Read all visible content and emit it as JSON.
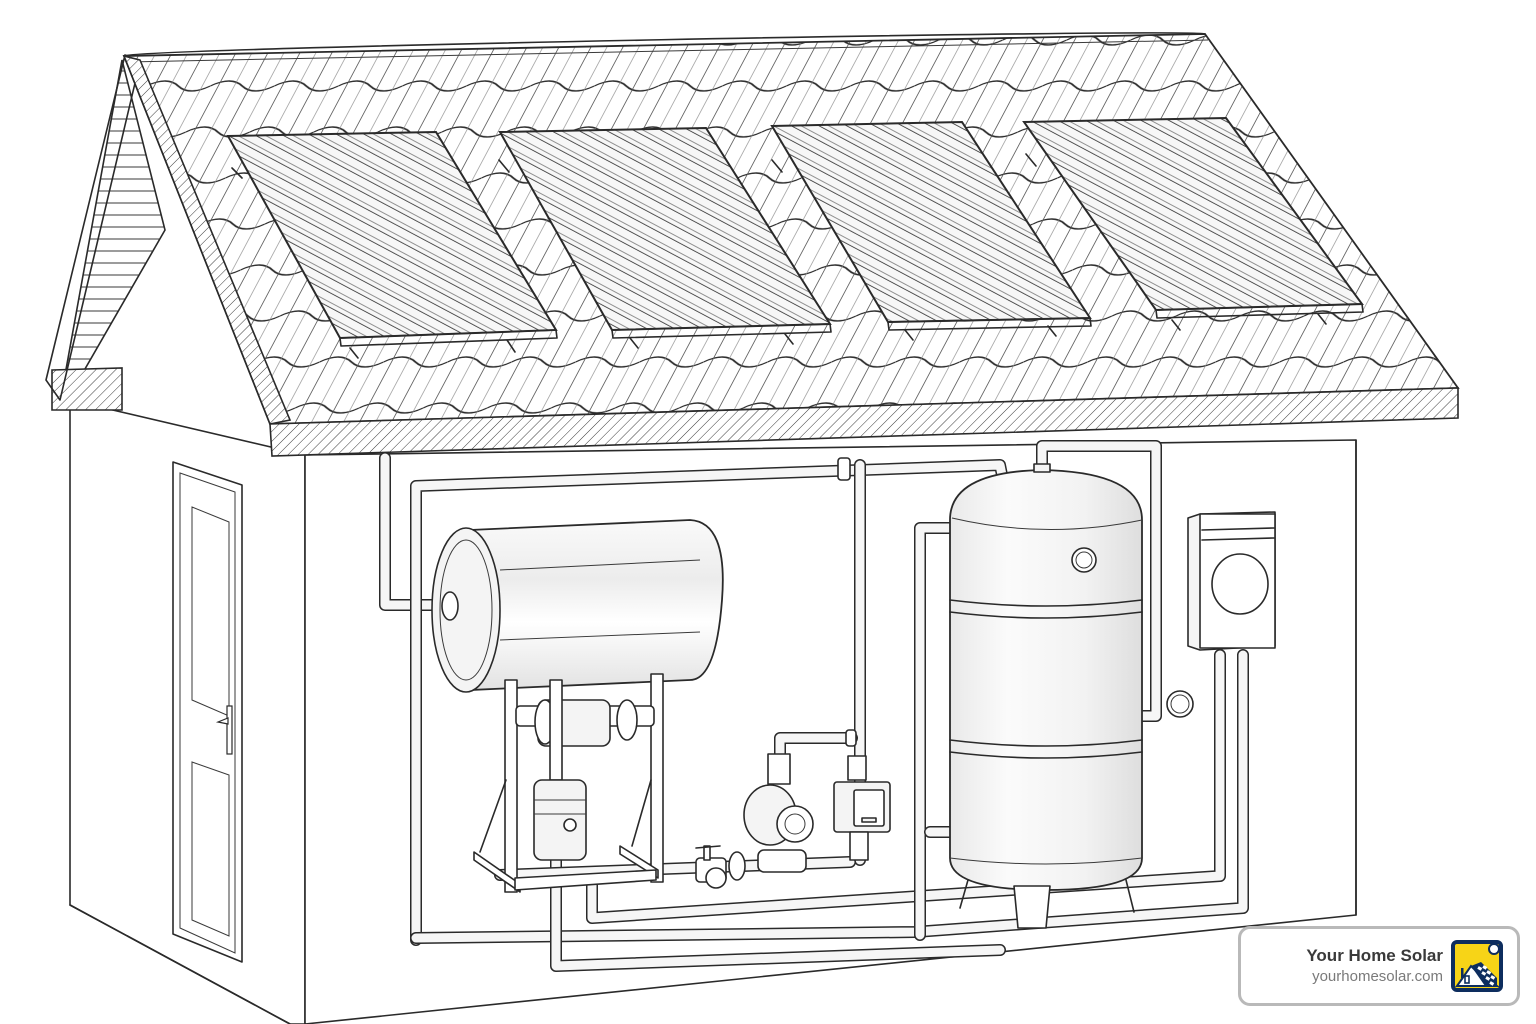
{
  "illustration": {
    "subject": "House with rooftop solar thermal collectors and water heating system",
    "components": [
      {
        "name": "solar-collector-1"
      },
      {
        "name": "solar-collector-2"
      },
      {
        "name": "solar-collector-3"
      },
      {
        "name": "solar-collector-4"
      },
      {
        "name": "horizontal-storage-tank"
      },
      {
        "name": "vertical-storage-tank"
      },
      {
        "name": "circulation-pump"
      },
      {
        "name": "pump-controller"
      },
      {
        "name": "expansion-vessel"
      },
      {
        "name": "control-box"
      },
      {
        "name": "entry-door"
      }
    ],
    "collector_count": 4
  },
  "badge": {
    "title": "Your Home Solar",
    "url": "yourhomesolar.com",
    "logo_icon": "house-solar-logo-icon",
    "colors": {
      "logo_background": "#F7D417",
      "logo_border": "#0D2D5E",
      "title_text": "#3A3A3A",
      "url_text": "#7A7A7A",
      "badge_border": "#B9B9B9"
    }
  },
  "colors": {
    "line": "#2A2A2A",
    "background": "#FFFFFF"
  }
}
